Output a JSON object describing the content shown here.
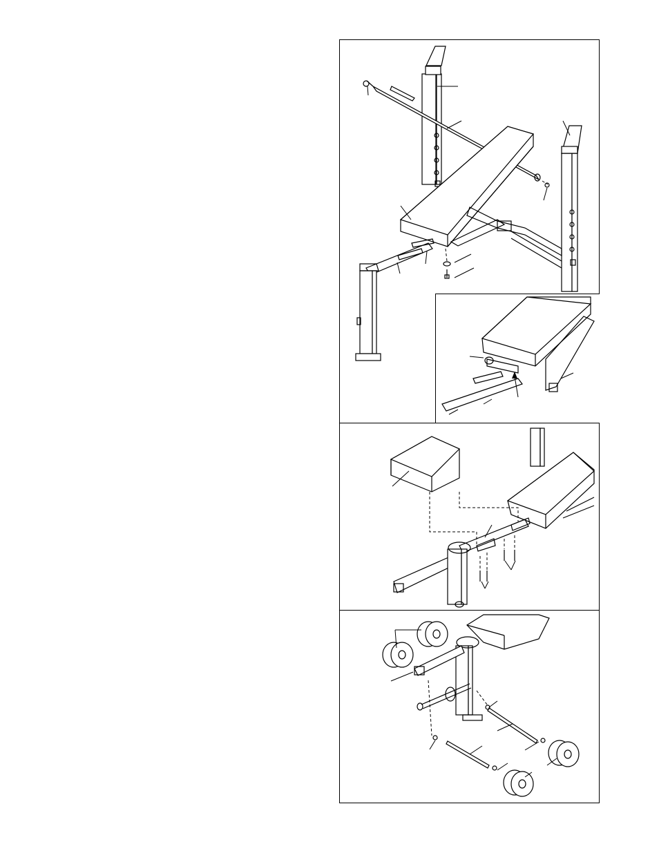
{
  "page": {
    "colors": {
      "line": "#000000",
      "paper": "#ffffff"
    },
    "panels": [
      {
        "name": "step-panel-bench-uprights",
        "has_inset": true
      },
      {
        "name": "step-panel-seat"
      },
      {
        "name": "step-panel-leg-rollers"
      }
    ]
  }
}
